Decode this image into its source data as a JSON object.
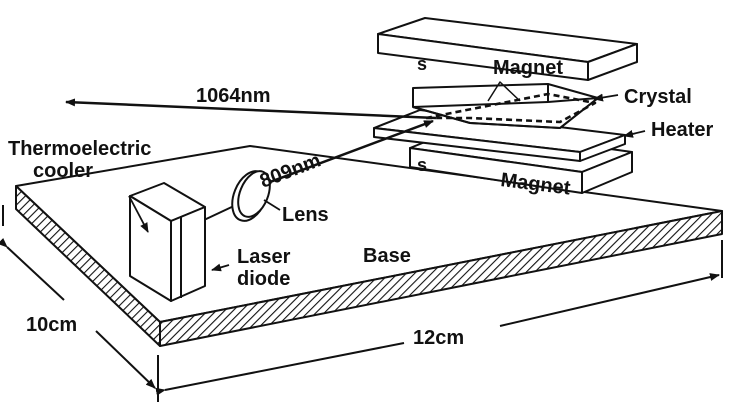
{
  "labels": {
    "magnet_top": "Magnet",
    "magnet_bottom": "Magnet",
    "pole_top": "s",
    "pole_bottom": "s",
    "crystal": "Crystal",
    "heater": "Heater",
    "beam_out": "1064nm",
    "beam_pump": "809nm",
    "lens": "Lens",
    "tec": "Thermoelectric\ncooler",
    "laser_diode": "Laser\ndiode",
    "base": "Base",
    "dim_depth": "10cm",
    "dim_width": "12cm"
  }
}
